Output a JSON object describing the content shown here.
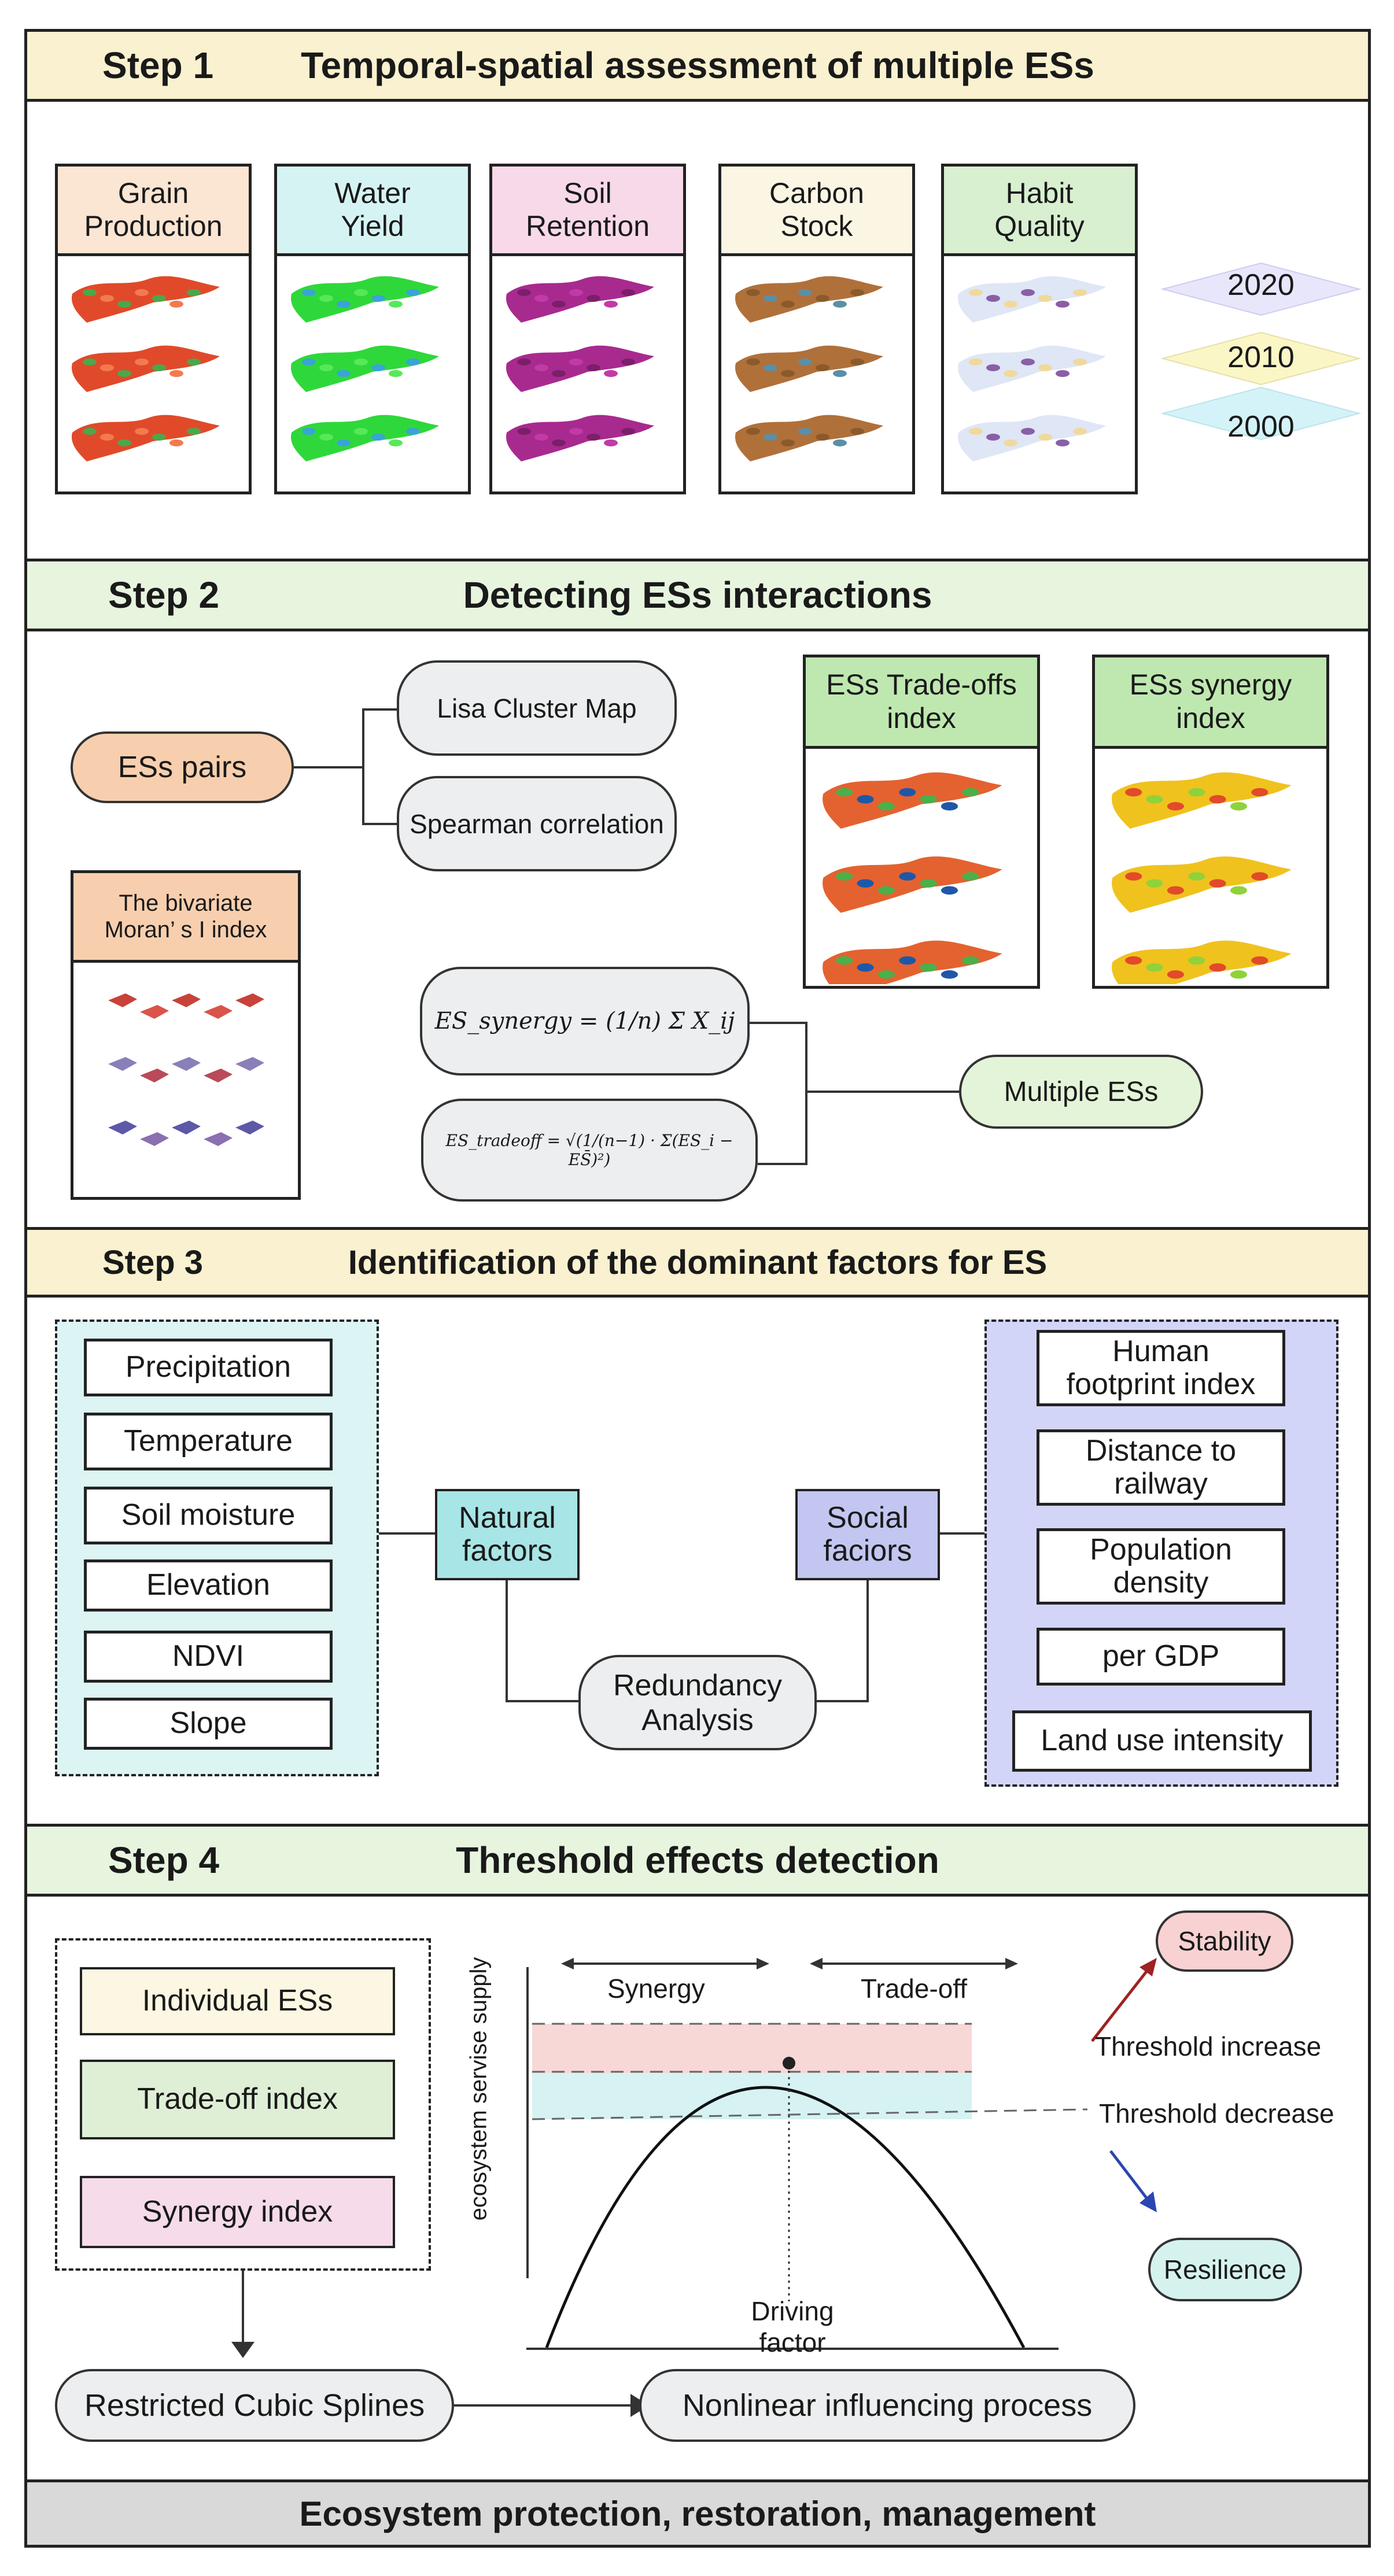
{
  "step1": {
    "step": "Step 1",
    "title": "Temporal-spatial assessment of multiple ESs",
    "services": [
      {
        "label_line1": "Grain",
        "label_line2": "Production",
        "color": "#fbe5d3"
      },
      {
        "label_line1": "Water",
        "label_line2": "Yield",
        "color": "#d6f3f3"
      },
      {
        "label_line1": "Soil",
        "label_line2": "Retention",
        "color": "#f8d9ea"
      },
      {
        "label_line1": "Carbon",
        "label_line2": "Stock",
        "color": "#fbf6e4"
      },
      {
        "label_line1": "Habit",
        "label_line2": "Quality",
        "color": "#d8efd0"
      }
    ],
    "years": [
      "2020",
      "2010",
      "2000"
    ]
  },
  "step2": {
    "step": "Step 2",
    "title": "Detecting ESs interactions",
    "ess_pairs": "ESs pairs",
    "lisa": "Lisa Cluster Map",
    "spearman": "Spearman correlation",
    "bivariate_line1": "The bivariate",
    "bivariate_line2": "Moran’ s I index",
    "tradeoff_line1": "ESs Trade-offs",
    "tradeoff_line2": "index",
    "synergy_line1": "ESs synergy",
    "synergy_line2": "index",
    "formula_synergy": "ES_synergy = (1/n) Σ X_ij",
    "formula_tradeoff": "ES_tradeoff = √(1/(n−1) · Σ(ES_i − ES̄)²)",
    "multiple": "Multiple ESs"
  },
  "step3": {
    "step": "Step 3",
    "title": "Identification of the dominant factors for ES",
    "natural_factors": [
      "Precipitation",
      "Temperature",
      "Soil moisture",
      "Elevation",
      "NDVI",
      "Slope"
    ],
    "natural_label_line1": "Natural",
    "natural_label_line2": "factors",
    "social_label_line1": "Social",
    "social_label_line2": "faciors",
    "social_factors": [
      {
        "line1": "Human",
        "line2": "footprint index"
      },
      {
        "line1": "Distance to",
        "line2": "railway"
      },
      {
        "line1": "Population",
        "line2": "density"
      },
      {
        "line1": "per GDP",
        "line2": ""
      },
      {
        "line1": "Land use intensity",
        "line2": ""
      }
    ],
    "rda_line1": "Redundancy",
    "rda_line2": "Analysis"
  },
  "step4": {
    "step": "Step 4",
    "title": "Threshold effects detection",
    "individual": "Individual ESs",
    "tradeoff_index": "Trade-off index",
    "synergy_index": "Synergy index",
    "rcs": "Restricted Cubic Splines",
    "nonlinear": "Nonlinear influencing process",
    "synergy": "Synergy",
    "tradeoff": "Trade-off",
    "y_axis": "ecosystem servise supply",
    "driving_line1": "Driving",
    "driving_line2": "factor",
    "threshold_increase": "Threshold increase",
    "threshold_decrease": "Threshold decrease",
    "stability": "Stability",
    "resilience": "Resilience"
  },
  "footer": "Ecosystem protection, restoration, management",
  "colors": {
    "yellow_header": "#f9f1cf",
    "green_header": "#e7f5df",
    "footer_gray": "#d9d9d9",
    "natural": "#a8e5e6",
    "natural_panel": "#dcf4f4",
    "social": "#c2c6f0",
    "social_panel": "#d2d5f7",
    "stability": "#f8d2d2",
    "resilience": "#d6f2ef"
  }
}
